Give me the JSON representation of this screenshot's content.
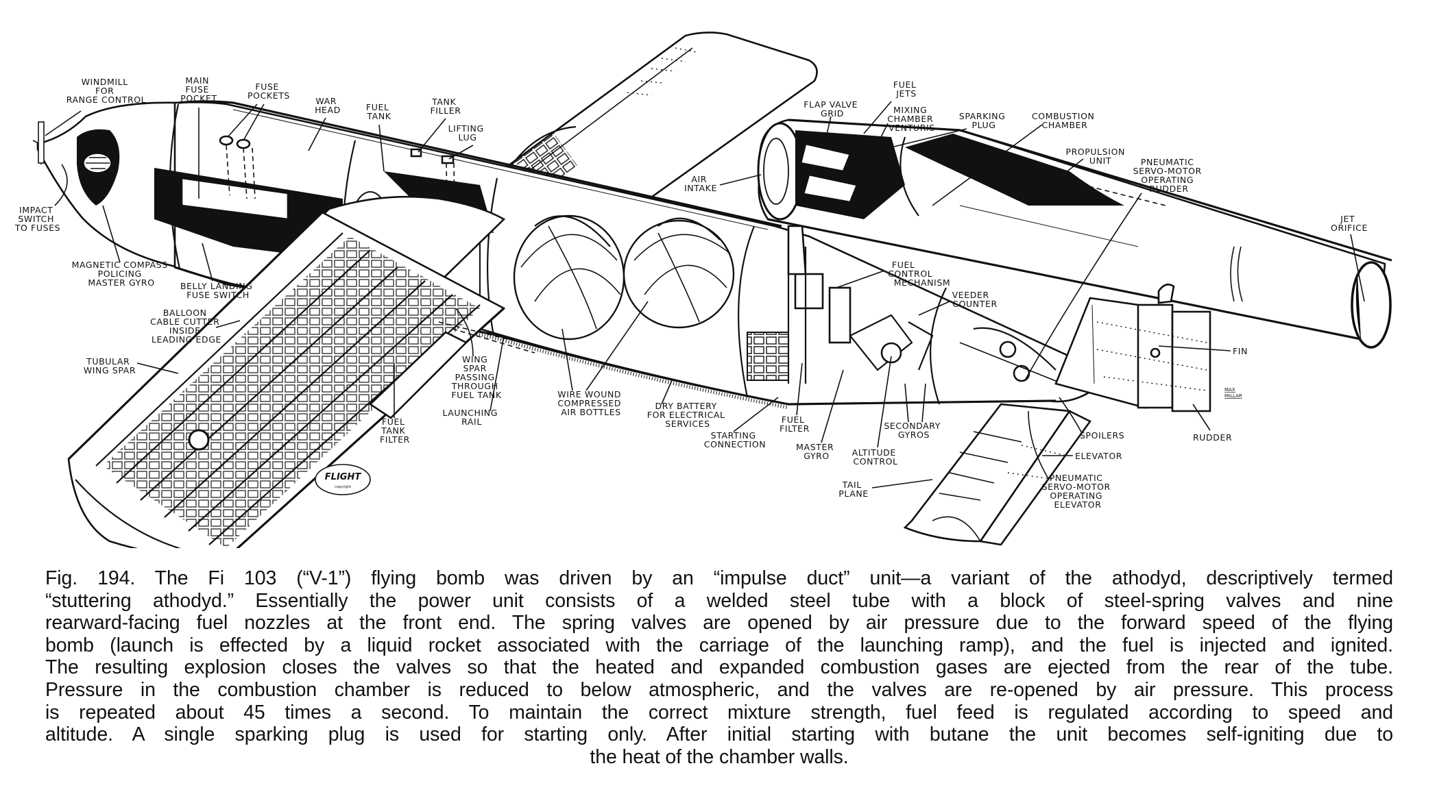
{
  "figure": {
    "subject": "Fi 103 (V-1) flying bomb cutaway",
    "labels": {
      "windmill": [
        "WINDMILL",
        "FOR",
        "RANGE CONTROL"
      ],
      "main_fuse_pocket": [
        "MAIN",
        "FUSE",
        "POCKET"
      ],
      "fuse_pockets": [
        "FUSE",
        "POCKETS"
      ],
      "war_head": [
        "WAR",
        "HEAD"
      ],
      "fuel_tank": [
        "FUEL",
        "TANK"
      ],
      "tank_filler": [
        "TANK",
        "FILLER"
      ],
      "lifting_lug": [
        "LIFTING",
        "LUG"
      ],
      "impact_switch": [
        "IMPACT",
        "SWITCH",
        "TO FUSES"
      ],
      "magnetic_compass": [
        "MAGNETIC COMPASS",
        "POLICING",
        "MASTER GYRO"
      ],
      "belly_landing": [
        "BELLY LANDING",
        "FUSE SWITCH"
      ],
      "balloon_cable": [
        "BALLOON",
        "CABLE CUTTER",
        "INSIDE",
        "LEADING EDGE"
      ],
      "tubular_wing_spar": [
        "TUBULAR",
        "WING SPAR"
      ],
      "wing_spar_passing": [
        "WING",
        "SPAR",
        "PASSING",
        "THROUGH",
        "FUEL TANK"
      ],
      "launching_rail": [
        "LAUNCHING",
        "RAIL"
      ],
      "fuel_tank_filter": [
        "FUEL",
        "TANK",
        "FILTER"
      ],
      "air_bottles": [
        "WIRE WOUND",
        "COMPRESSED",
        "AIR BOTTLES"
      ],
      "dry_battery": [
        "DRY BATTERY",
        "FOR ELECTRICAL",
        "SERVICES"
      ],
      "starting_connection": [
        "STARTING",
        "CONNECTION"
      ],
      "fuel_filter": [
        "FUEL",
        "FILTER"
      ],
      "master_gyro": [
        "MASTER",
        "GYRO"
      ],
      "altitude_control": [
        "ALTITUDE",
        "CONTROL"
      ],
      "secondary_gyros": [
        "SECONDARY",
        "GYROS"
      ],
      "tail_plane": [
        "TAIL",
        "PLANE"
      ],
      "air_intake": [
        "AIR",
        "INTAKE"
      ],
      "flap_valve_grid": [
        "FLAP VALVE",
        "GRID"
      ],
      "fuel_jets": [
        "FUEL",
        "JETS"
      ],
      "mixing_chamber": [
        "MIXING",
        "CHAMBER",
        "VENTURIS"
      ],
      "sparking_plug": [
        "SPARKING",
        "PLUG"
      ],
      "combustion_chamber": [
        "COMBUSTION",
        "CHAMBER"
      ],
      "propulsion_unit": [
        "PROPULSION",
        "UNIT"
      ],
      "servo_rudder": [
        "PNEUMATIC",
        "SERVO-MOTOR",
        "OPERATING",
        "RUDDER"
      ],
      "jet_orifice": [
        "JET",
        "ORIFICE"
      ],
      "fuel_control": [
        "FUEL",
        "CONTROL",
        "MECHANISM"
      ],
      "veeder_counter": [
        "VEEDER",
        "COUNTER"
      ],
      "fin": [
        "FIN"
      ],
      "spoilers": [
        "SPOILERS"
      ],
      "elevator": [
        "ELEVATOR"
      ],
      "rudder": [
        "RUDDER"
      ],
      "servo_elevator": [
        "PNEUMATIC",
        "SERVO-MOTOR",
        "OPERATING",
        "ELEVATOR"
      ]
    },
    "logo_text": "FLIGHT",
    "logo_subtext": "copyright",
    "signature": [
      "MAX",
      "MILLAR"
    ]
  },
  "caption": {
    "lines": [
      "Fig. 194.   The Fi 103 (“V-1”) flying bomb was driven by an “impulse duct” unit—a variant of the athodyd, descriptively termed",
      "“stuttering athodyd.”  Essentially the power unit consists of a welded steel tube with a block of steel-spring valves and nine",
      "rearward-facing fuel nozzles at the front end.  The spring valves are opened by air pressure due to the forward speed of the flying",
      "bomb (launch is effected by a liquid rocket associated with the carriage of the launching ramp), and the fuel is injected and ignited.",
      "The resulting explosion closes the valves so that the heated and expanded combustion gases are ejected from the rear of the tube.",
      "Pressure in the combustion chamber is reduced to below atmospheric, and the valves are re-opened by air pressure.  This process",
      "is repeated about 45 times a second.  To maintain the correct mixture strength, fuel feed is regulated according to speed and",
      "altitude.  A single sparking plug is used for starting only.  After initial starting with butane the unit becomes self-igniting due to",
      "the heat of the chamber walls."
    ]
  }
}
